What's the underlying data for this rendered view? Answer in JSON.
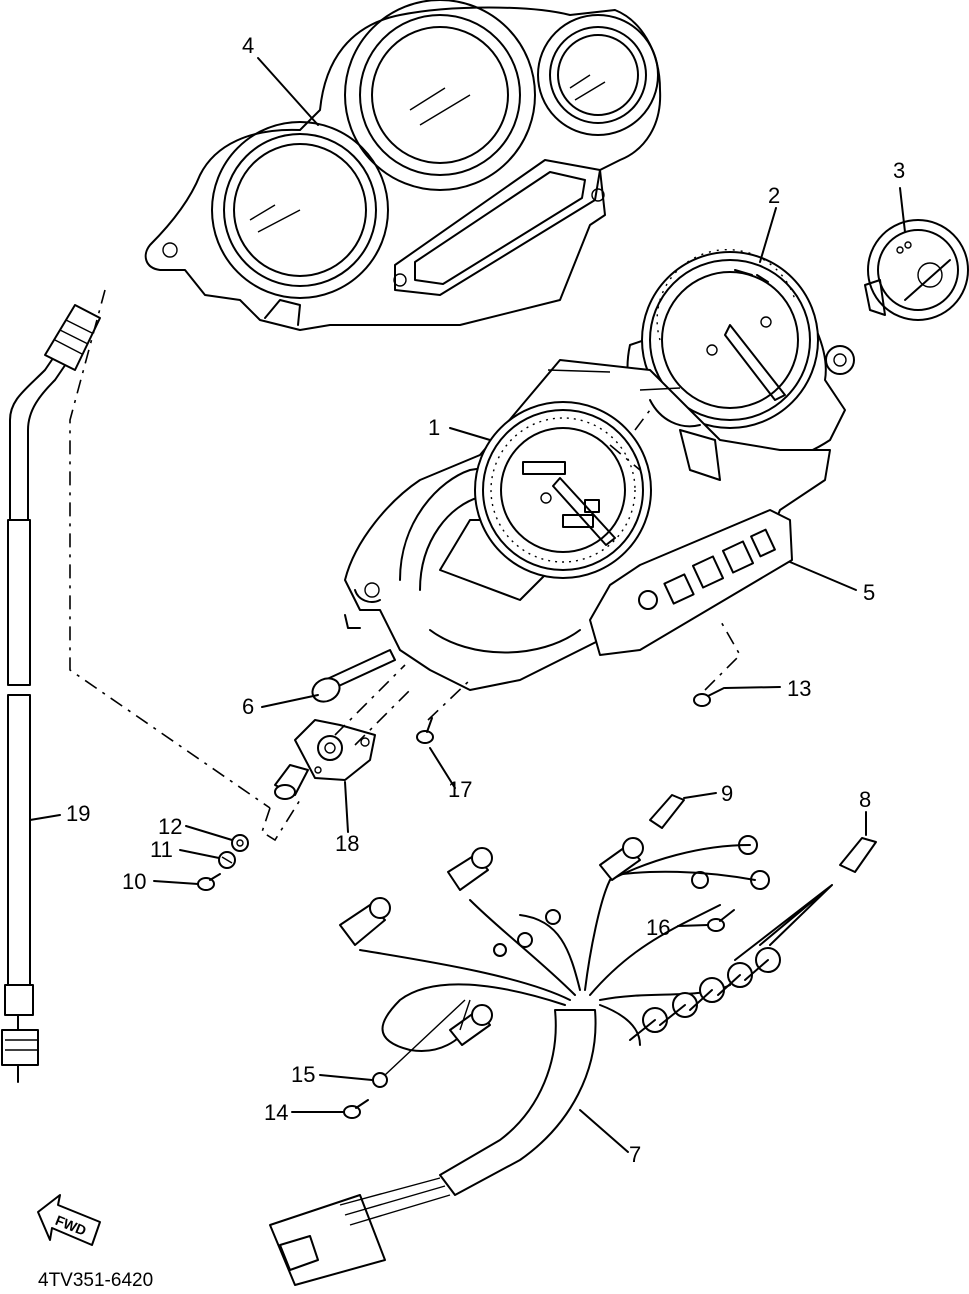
{
  "diagram": {
    "code": "4TV351-6420",
    "fwd_label": "FWD",
    "parts": [
      {
        "id": "part-1",
        "number": "1"
      },
      {
        "id": "part-2",
        "number": "2"
      },
      {
        "id": "part-3",
        "number": "3"
      },
      {
        "id": "part-4",
        "number": "4"
      },
      {
        "id": "part-5",
        "number": "5"
      },
      {
        "id": "part-6",
        "number": "6"
      },
      {
        "id": "part-7",
        "number": "7"
      },
      {
        "id": "part-8",
        "number": "8"
      },
      {
        "id": "part-9",
        "number": "9"
      },
      {
        "id": "part-10",
        "number": "10"
      },
      {
        "id": "part-11",
        "number": "11"
      },
      {
        "id": "part-12",
        "number": "12"
      },
      {
        "id": "part-13",
        "number": "13"
      },
      {
        "id": "part-14",
        "number": "14"
      },
      {
        "id": "part-15",
        "number": "15"
      },
      {
        "id": "part-16",
        "number": "16"
      },
      {
        "id": "part-17",
        "number": "17"
      },
      {
        "id": "part-18",
        "number": "18"
      },
      {
        "id": "part-19",
        "number": "19"
      }
    ]
  }
}
